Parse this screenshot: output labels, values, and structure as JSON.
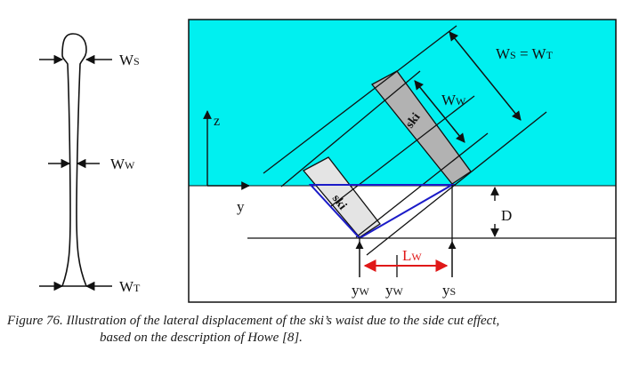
{
  "labels": {
    "ws": "W",
    "ws_sub": "S",
    "ww": "W",
    "ww_sub": "W",
    "wt": "W",
    "wt_sub": "T",
    "ws_eq_wt_a": "W",
    "ws_eq_wt_a_sub": "S",
    "ws_eq_wt_eq": " = ",
    "ws_eq_wt_b": "W",
    "ws_eq_wt_b_sub": "T",
    "ww_right": "W",
    "ww_right_sub": "W",
    "ski_upper": "ski",
    "ski_lower": "ski",
    "z_axis": "z",
    "y_axis": "y",
    "depth": "D",
    "lw": "L",
    "lw_sub": "W",
    "yw1": "y",
    "yw1_sub": "W",
    "yw2": "y",
    "yw2_sub": "W",
    "ys": "y",
    "ys_sub": "S"
  },
  "caption": {
    "line1": "Figure 76.  Illustration of the lateral displacement of the ski’s waist due to the side cut effect,",
    "line2": "based on the description of Howe [8]."
  },
  "colors": {
    "water": "#00f0f0",
    "ski_upper": "#b2b2b2",
    "ski_lower": "#e4e4e4",
    "triangle": "#1b1bc8",
    "lw_arrow": "#e01818",
    "ink": "#111111"
  }
}
